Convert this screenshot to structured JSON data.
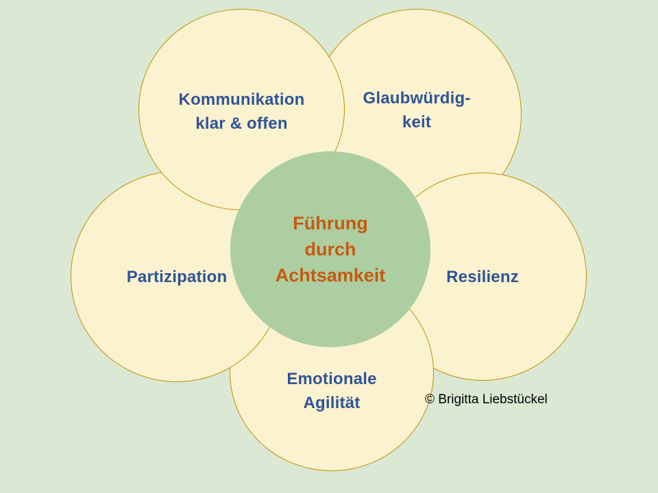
{
  "slide": {
    "background_color": "#DBE8D4"
  },
  "diagram": {
    "type": "flower-venn",
    "center": {
      "lines": [
        "Führung",
        "durch",
        "Achtsamkeit"
      ],
      "fill_color": "#ACCEA0",
      "text_color": "#C55A11"
    },
    "petals": [
      {
        "name": "kommunikation",
        "lines": [
          "Kommunikation",
          "klar & offen"
        ]
      },
      {
        "name": "glaubwuerdigkeit",
        "lines": [
          "Glaubwürdig-",
          "keit"
        ]
      },
      {
        "name": "partizipation",
        "lines": [
          "Partizipation"
        ]
      },
      {
        "name": "resilienz",
        "lines": [
          "Resilienz"
        ]
      },
      {
        "name": "emotionale-agilitaet",
        "lines": [
          "Emotionale",
          "Agilität"
        ]
      }
    ],
    "petal_fill_color": "#FBF2CF",
    "petal_border_color": "#BF9000",
    "petal_text_color": "#2F5496"
  },
  "credit": {
    "text": "© Brigitta Liebstückel",
    "color": "#000000"
  }
}
